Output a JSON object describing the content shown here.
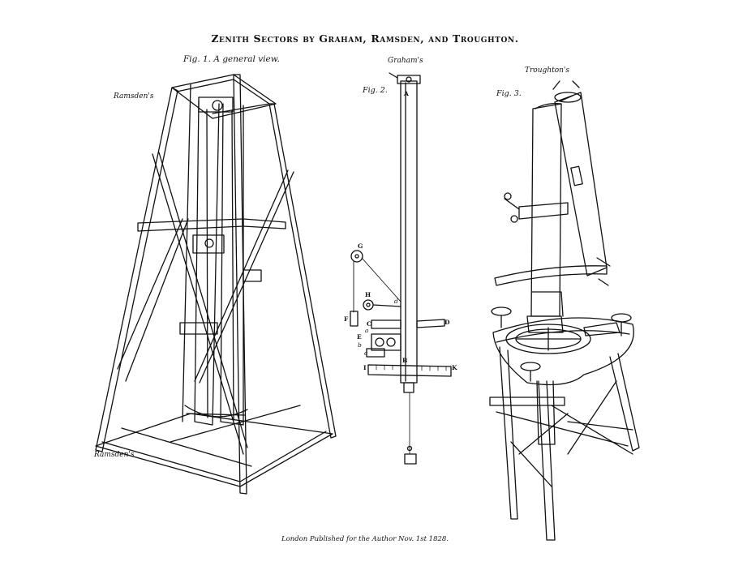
{
  "plate": {
    "title": "Zenith Sectors by Graham, Ramsden, and Troughton.",
    "footer": "London Published for the Author Nov. 1st 1828."
  },
  "figures": {
    "fig1": {
      "label": "Fig. 1. A general view.",
      "maker_top": "Ramsden's",
      "maker_bottom": "Ramsden's"
    },
    "fig2": {
      "label": "Fig. 2.",
      "maker": "Graham's"
    },
    "fig3": {
      "label": "Fig. 3.",
      "maker": "Troughton's"
    }
  },
  "letters": {
    "A": "A",
    "B": "B",
    "C": "C",
    "D": "D",
    "E": "E",
    "F": "F",
    "G": "G",
    "H": "H",
    "I": "I",
    "K": "K",
    "a": "a",
    "b": "b",
    "c": "c",
    "d": "d"
  }
}
